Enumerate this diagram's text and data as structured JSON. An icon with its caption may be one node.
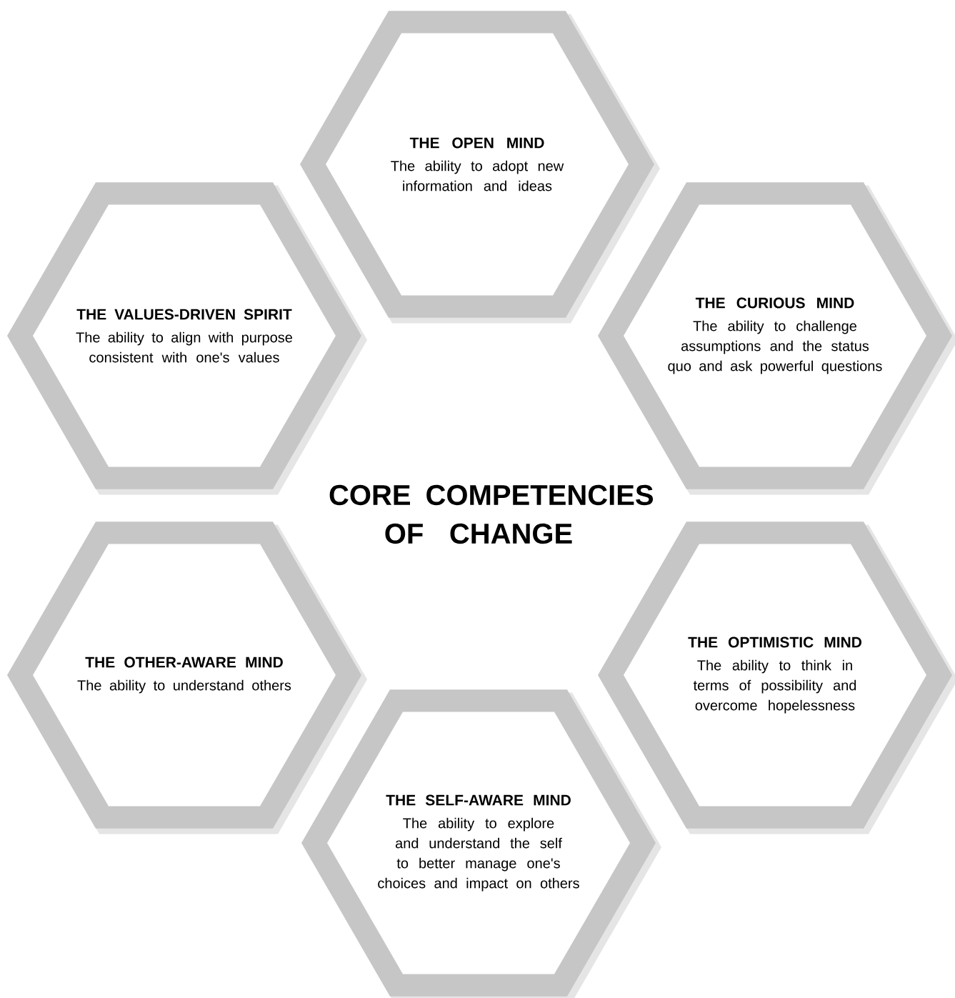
{
  "diagram": {
    "title": "CORE COMPETENCIES OF CHANGE",
    "nodes": [
      {
        "text": [
          "THE OPEN MIND",
          "The ability to adopt new information and ideas"
        ]
      },
      {
        "text": [
          "THE VALUES-DRIVEN SPIRIT",
          "The ability to align with purpose consistent with one's values"
        ]
      },
      {
        "text": [
          "THE CURIOUS MIND",
          "The ability to challenge assumptions and the status quo and ask powerful questions"
        ]
      },
      {
        "text": [
          "THE OTHER-AWARE MIND",
          "The ability to understand others"
        ]
      },
      {
        "text": [
          "THE OPTIMISTIC MIND",
          "The ability to think in terms of possibility and overcome hopelessness"
        ]
      },
      {
        "text": [
          "THE SELF-AWARE MIND",
          "The ability to explore and understand the self to better manage one's choices and impact on others"
        ]
      }
    ]
  }
}
